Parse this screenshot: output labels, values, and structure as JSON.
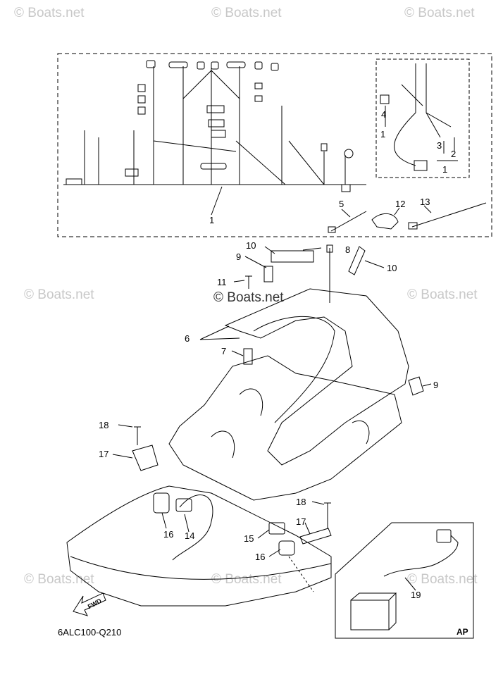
{
  "watermark": "© Boats.net",
  "diagram_code": "6ALC100-Q210",
  "inset_label": "AP",
  "direction_label": "FWD",
  "callouts": {
    "c1_main": "1",
    "c1_inset": "1",
    "c1_inset2": "1",
    "c2": "2",
    "c3": "3",
    "c4": "4",
    "c5": "5",
    "c6": "6",
    "c7": "7",
    "c8": "8",
    "c9a": "9",
    "c9b": "9",
    "c10a": "10",
    "c10b": "10",
    "c11": "11",
    "c12": "12",
    "c13": "13",
    "c14": "14",
    "c15": "15",
    "c16a": "16",
    "c16b": "16",
    "c17a": "17",
    "c17b": "17",
    "c18a": "18",
    "c18b": "18",
    "c19": "19"
  }
}
